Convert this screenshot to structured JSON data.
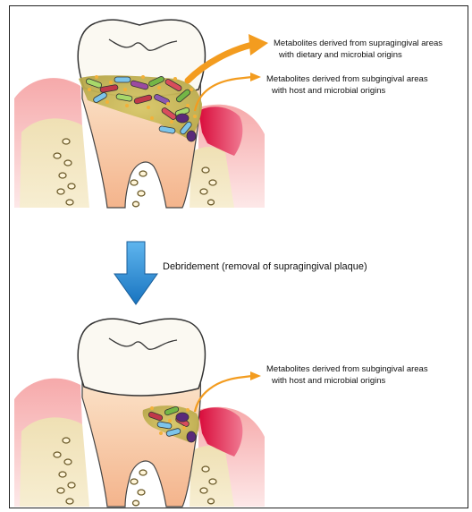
{
  "before": {
    "supragingival_label": {
      "line1": "Metabolites derived from supragingival areas",
      "line2": "with dietary and microbial origins"
    },
    "subgingival_label": {
      "line1": "Metabolites derived from subgingival areas",
      "line2": "with host and microbial origins"
    }
  },
  "transition": {
    "label": "Debridement (removal of supragingival plaque)"
  },
  "after": {
    "subgingival_label": {
      "line1": "Metabolites derived from subgingival areas",
      "line2": "with host and microbial origins"
    }
  },
  "colors": {
    "gum_pink": "#f7b8b8",
    "inflamed_gum": "#e8174a",
    "bone": "#f3e6bd",
    "tooth_enamel": "#fbf8f0",
    "tooth_root": "#f8cba6",
    "arrow_orange": "#f39c1f",
    "debridement_arrow": "#2a8fd6"
  }
}
